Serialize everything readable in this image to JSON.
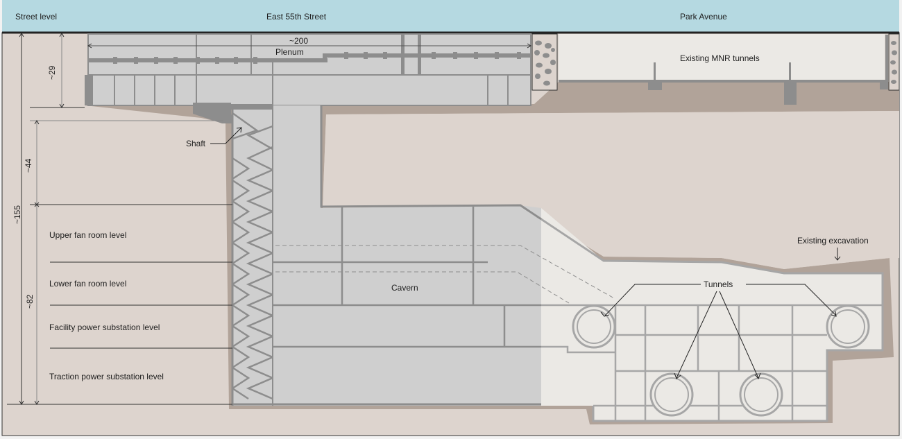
{
  "header": {
    "street_level": "Street level",
    "east_street": "East 55th Street",
    "park_avenue": "Park Avenue"
  },
  "dimensions": {
    "width_200": "~200",
    "height_29": "~29",
    "height_44": "~44",
    "height_155": "~155",
    "height_82": "~82"
  },
  "labels": {
    "plenum": "Plenum",
    "shaft": "Shaft",
    "cavern": "Cavern",
    "existing_mnr_tunnels": "Existing MNR tunnels",
    "existing_excavation": "Existing excavation",
    "tunnels": "Tunnels"
  },
  "levels": [
    {
      "label": "Upper fan room level"
    },
    {
      "label": "Lower fan room level"
    },
    {
      "label": "Facility power substation level"
    },
    {
      "label": "Traction power substation level"
    }
  ],
  "colors": {
    "sky": "#b5d9e1",
    "ground": "#ddd4ce",
    "rock_edge": "#b1a399",
    "structure": "#cfcfcf",
    "structure_line": "#8d8d8d",
    "existing": "#ebe9e5"
  }
}
